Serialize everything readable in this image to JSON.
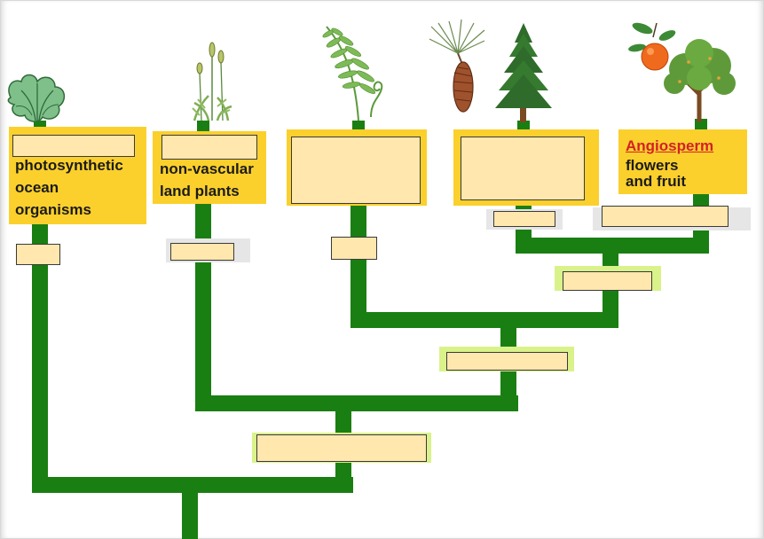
{
  "cladogram": {
    "groups": [
      {
        "id": "algae",
        "description": "photosynthetic\nocean\norganisms",
        "icon": "algae-icon"
      },
      {
        "id": "mosses",
        "description": "non-vascular\nland plants",
        "icon": "moss-icon"
      },
      {
        "id": "ferns",
        "description": "",
        "icon": "fern-icon"
      },
      {
        "id": "gymnosperms",
        "description": "",
        "icon": "conifer-icon"
      },
      {
        "id": "angiosperms",
        "heading": "Angiosperm",
        "description": "flowers\nand fruit",
        "icon": "orange-tree-icon"
      }
    ],
    "colors": {
      "branch": "#1a7f12",
      "card": "#fbd02c",
      "blank": "#ffe7ad",
      "heading": "#d3202a",
      "highlight": "#d9f28a"
    }
  }
}
